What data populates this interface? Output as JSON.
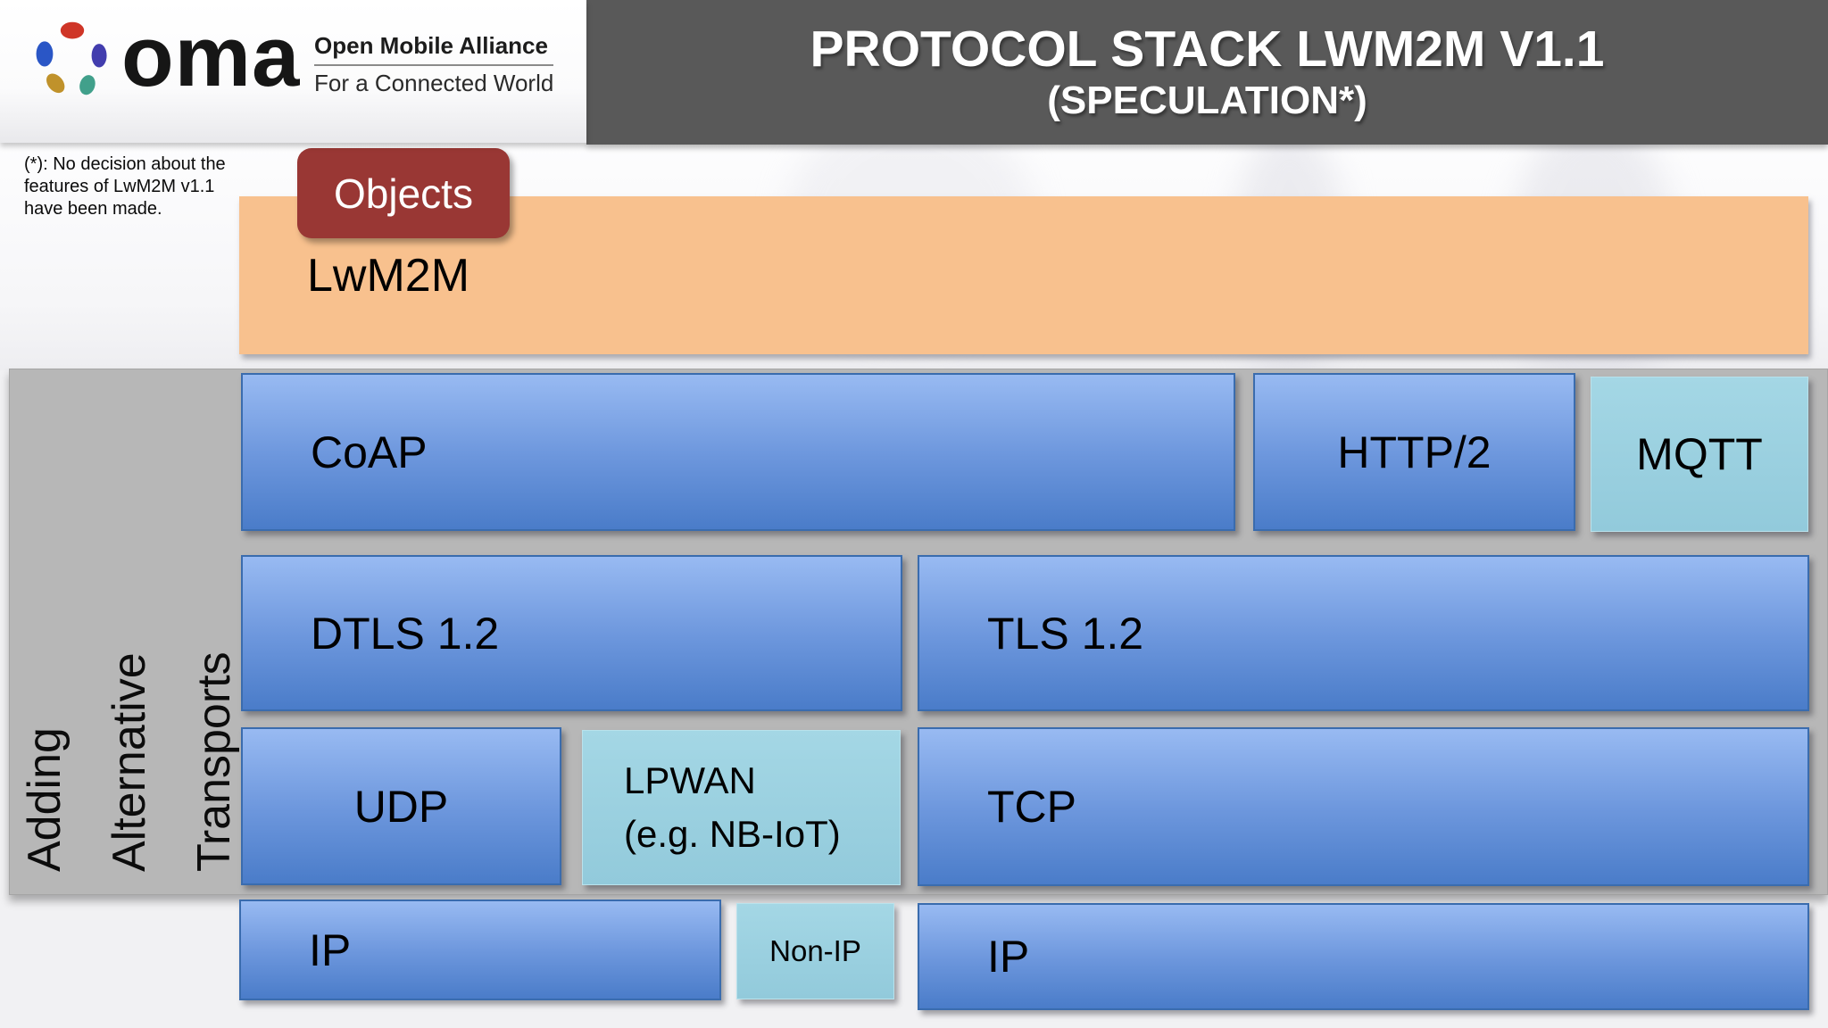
{
  "header": {
    "title": "PROTOCOL STACK LWM2M V1.1",
    "subtitle": "(SPECULATION*)",
    "background_color": "#595959"
  },
  "logo": {
    "wordmark": "oma",
    "tagline1": "Open Mobile Alliance",
    "tagline2": "For a Connected World",
    "dot_colors": [
      "#cf3527",
      "#2a56c6",
      "#423dae",
      "#c0922b",
      "#41a08b"
    ]
  },
  "footnote": {
    "lines": [
      "(*): No decision about the",
      "features of LwM2M v1.1",
      "have been made."
    ]
  },
  "diagram": {
    "objects_label": "Objects",
    "lwm2m_label": "LwM2M",
    "side_label_lines": [
      "Adding",
      "Alternative",
      "Transports"
    ],
    "boxes": {
      "coap": "CoAP",
      "http2": "HTTP/2",
      "mqtt": "MQTT",
      "dtls": "DTLS 1.2",
      "tls": "TLS 1.2",
      "udp": "UDP",
      "lpwan_line1": "LPWAN",
      "lpwan_line2": "(e.g. NB-IoT)",
      "tcp": "TCP",
      "ip_left": "IP",
      "non_ip": "Non-IP",
      "ip_right": "IP"
    },
    "colors": {
      "protocol_blue": "#4a7cc9",
      "alt_transport_cyan": "#9bd2e1",
      "lwm2m_orange": "#f8c18e",
      "objects_red": "#993734",
      "panel_gray": "#b7b7b7"
    }
  }
}
